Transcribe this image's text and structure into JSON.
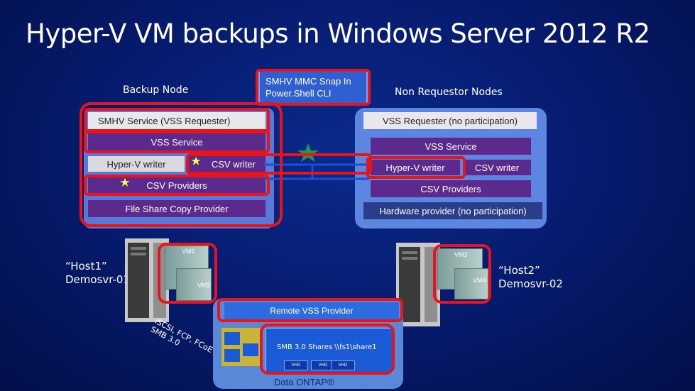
{
  "title": "Hyper-V VM backups in Windows Server 2012 R2",
  "labels": {
    "backup_node": "Backup Node",
    "non_requestor": "Non Requestor Nodes",
    "host1_name": "“Host1”",
    "host1_server": "Demosvr-01",
    "host2_name": "“Host2”",
    "host2_server": "Demosvr-02"
  },
  "snapin": {
    "line1": "SMHV MMC Snap In",
    "line2": "Power.Shell CLI"
  },
  "left_panel": {
    "smhv_service": "SMHV Service (VSS Requester)",
    "vss_service": "VSS Service",
    "hyperv_writer": "Hyper-V writer",
    "csv_writer": "CSV writer",
    "csv_providers": "CSV Providers",
    "file_share_provider": "File Share Copy Provider"
  },
  "right_panel": {
    "vss_requester": "VSS Requester  (no participation)",
    "vss_service": "VSS Service",
    "hyperv_writer": "Hyper-V writer",
    "csv_writer": "CSV writer",
    "csv_providers": "CSV Providers",
    "hardware_provider": "Hardware provider (no participation)"
  },
  "vms": {
    "vm1": "VM1",
    "vm2": "VM2",
    "vm3": "VM3",
    "vm4": "VM4"
  },
  "storage": {
    "remote_vss": "Remote VSS Provider",
    "protocols_line1": "iSCSI, FCP, FCoE",
    "protocols_line2": "SMB 3.0",
    "smb_shares": "SMB 3.0 Shares  \\\\fs1\\share1",
    "vhd": "VHD",
    "data_ontap": "Data ONTAP®"
  },
  "colors": {
    "background": "#061a6b",
    "highlight_red": "#e8141c",
    "vss_purple": "#5b2a8c",
    "panel_blue": "#5a78d8"
  }
}
